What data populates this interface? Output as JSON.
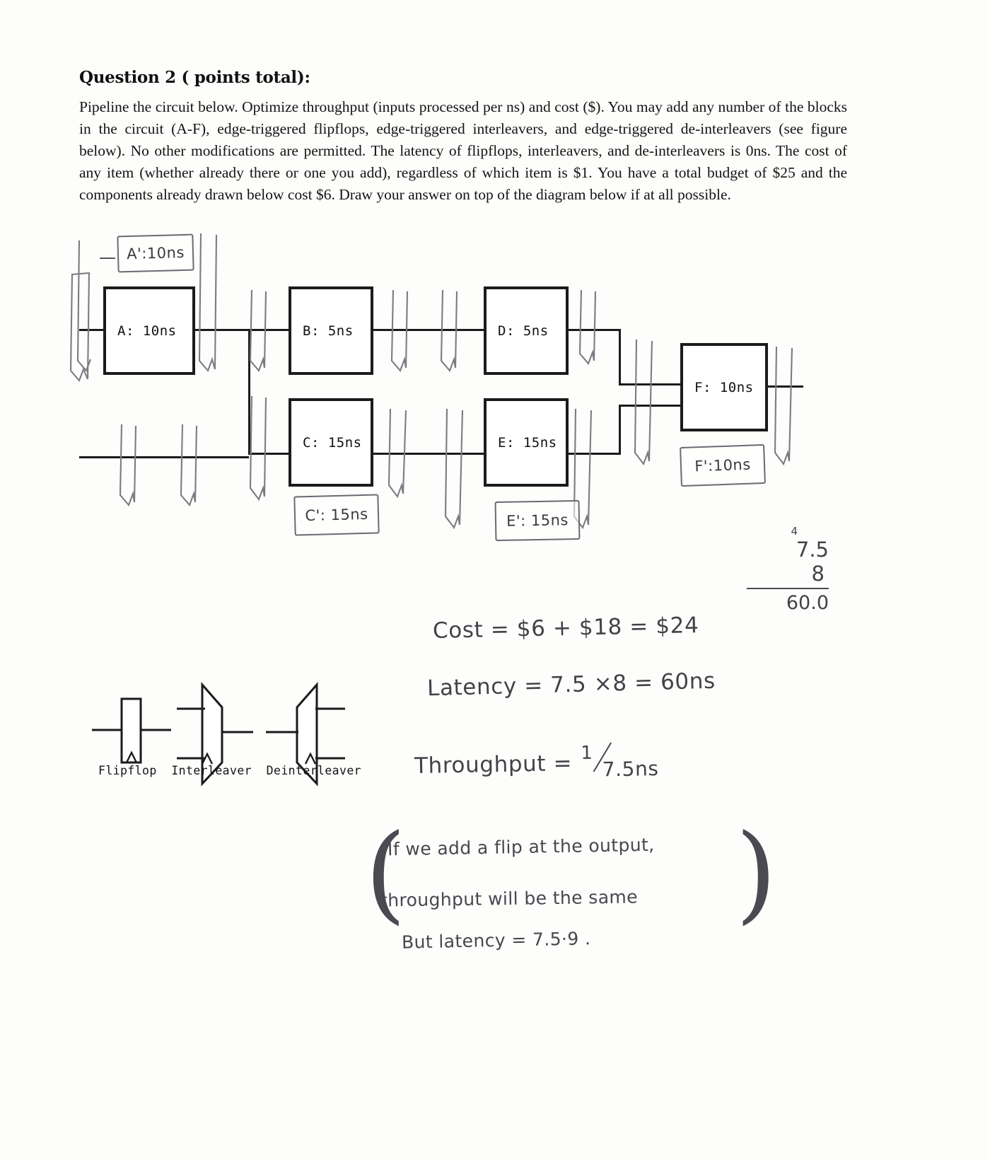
{
  "question": {
    "title": "Question 2 ( points total):",
    "body": "Pipeline the circuit below. Optimize throughput (inputs processed per ns) and cost ($). You may add any number of the blocks in the circuit (A-F), edge-triggered flipflops, edge-triggered interleavers, and edge-triggered de-interleavers (see figure below). No other modifications are permitted. The latency of flipflops, interleavers, and de-interleavers is 0ns. The cost of any item (whether already there or one you add), regardless of which item is $1. You have a total budget of $25 and the components already drawn below cost $6. Draw your answer on top of the diagram below if at all possible."
  },
  "diagram": {
    "blocks": [
      {
        "id": "A",
        "label": "A: 10ns"
      },
      {
        "id": "B",
        "label": "B: 5ns"
      },
      {
        "id": "C",
        "label": "C: 15ns"
      },
      {
        "id": "D",
        "label": "D: 5ns"
      },
      {
        "id": "E",
        "label": "E: 15ns"
      },
      {
        "id": "F",
        "label": "F: 10ns"
      }
    ]
  },
  "annotations": {
    "a_prime": "A':10ns",
    "c_prime": "C': 15ns",
    "e_prime": "E': 15ns",
    "f_prime": "F':10ns"
  },
  "legend": {
    "symbols": [
      "flipflop",
      "interleaver",
      "deinterleaver"
    ],
    "caption": "Flipflop  Interleaver  Deinterleaver"
  },
  "work": {
    "longmult": {
      "carry": "4",
      "multiplicand": "7.5",
      "multiplier": "8",
      "result": "60.0"
    },
    "cost_line": "Cost = $6 + $18 = $24",
    "latency_line": "Latency = 7.5 ×8 = 60ns",
    "throughput_label": "Throughput =",
    "throughput_num": "1",
    "throughput_den": "7.5ns",
    "note_line_1": "If we add a flip at the output,",
    "note_line_2": "throughput will be the same",
    "note_line_3": "But latency = 7.5·9 ."
  },
  "colors": {
    "ink_print": "#141414",
    "ink_pencil": "#47474f",
    "block_border": "#1b1b1b",
    "paper": "#fdfdfb"
  }
}
